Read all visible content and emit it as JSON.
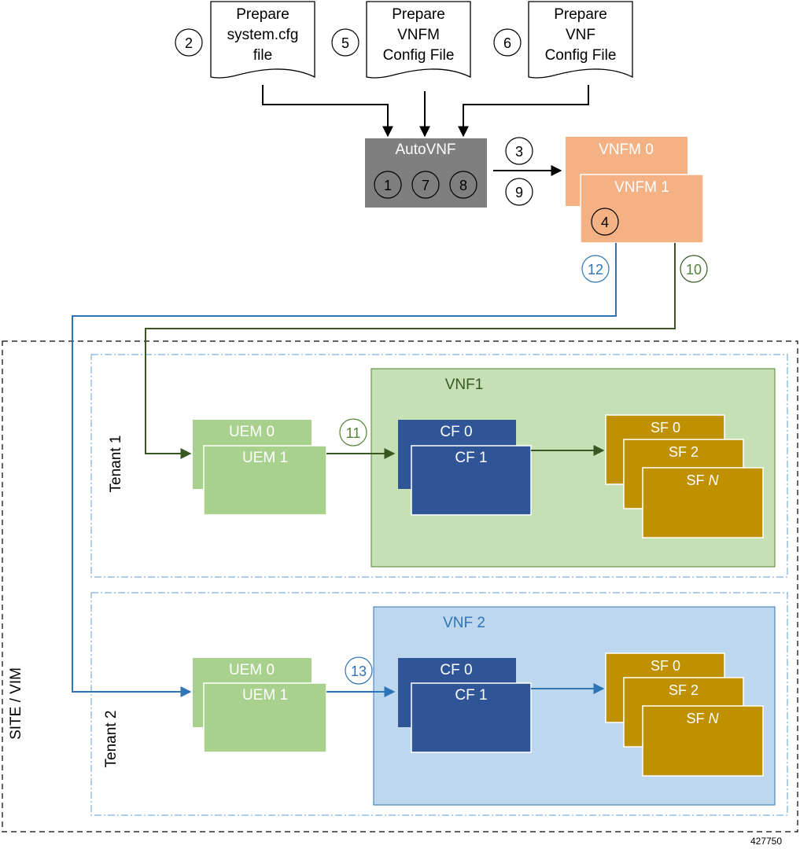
{
  "documents": [
    {
      "step": "2",
      "lines": [
        "Prepare",
        "system.cfg",
        "file"
      ]
    },
    {
      "step": "5",
      "lines": [
        "Prepare",
        "VNFM",
        "Config File"
      ]
    },
    {
      "step": "6",
      "lines": [
        "Prepare",
        "VNF",
        "Config File"
      ]
    }
  ],
  "autovnf": {
    "label": "AutoVNF",
    "steps": [
      "1",
      "7",
      "8"
    ]
  },
  "vnfm_steps": [
    "3",
    "9"
  ],
  "vnfm0": {
    "label": "VNFM 0"
  },
  "vnfm1": {
    "label": "VNFM 1",
    "step": "4"
  },
  "link_steps": {
    "tenant2_link": "12",
    "tenant1_link": "10"
  },
  "site": {
    "label": "SITE / VIM"
  },
  "tenants": [
    {
      "label": "Tenant 1",
      "vnf_label": "VNF1",
      "uem0": "UEM 0",
      "uem1": "UEM 1",
      "cf0": "CF 0",
      "cf1": "CF 1",
      "sf0": "SF 0",
      "sf2": "SF 2",
      "sfn_prefix": "SF",
      "sfn_var": "N",
      "step": "11"
    },
    {
      "label": "Tenant 2",
      "vnf_label": "VNF 2",
      "uem0": "UEM 0",
      "uem1": "UEM 1",
      "cf0": "CF 0",
      "cf1": "CF 1",
      "sf0": "SF 0",
      "sf2": "SF 2",
      "sfn_prefix": "SF",
      "sfn_var": "N",
      "step": "13"
    }
  ],
  "figure_id": "427750",
  "colors": {
    "autovnf": "#7f7f7f",
    "vnfm": "#f4b183",
    "uem": "#a9d18e",
    "cf": "#2f5597",
    "sf": "#bf9000",
    "vnf1_bg": "#c5e0b4",
    "vnf2_bg": "#bdd7ee",
    "green_line": "#385723",
    "blue_line": "#2e75b6"
  }
}
